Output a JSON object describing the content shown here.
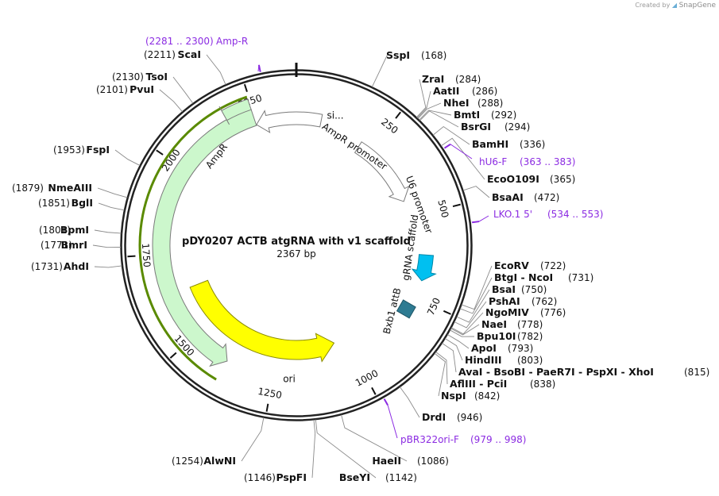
{
  "credit": {
    "prefix": "Created by",
    "brand": "SnapGene"
  },
  "plasmid": {
    "name": "pDY0207 ACTB atgRNA with v1 scaffold",
    "size_label": "2367 bp",
    "length": 2367
  },
  "ticks": [
    {
      "pos": 250,
      "label": "250"
    },
    {
      "pos": 500,
      "label": "500"
    },
    {
      "pos": 750,
      "label": "750"
    },
    {
      "pos": 1000,
      "label": "1000"
    },
    {
      "pos": 1250,
      "label": "1250"
    },
    {
      "pos": 1500,
      "label": "1500"
    },
    {
      "pos": 1750,
      "label": "1750"
    },
    {
      "pos": 2000,
      "label": "2000"
    },
    {
      "pos": 2250,
      "label": "2250"
    }
  ],
  "features": [
    {
      "name": "AmpR",
      "start": 1386,
      "end": 2246,
      "color": "#ccf7cc",
      "stroke": "#7a7a7a",
      "label": "AmpR"
    },
    {
      "name": "AmpR promoter",
      "start": 2247,
      "end": 74,
      "color": "#ffffff",
      "stroke": "#7a7a7a",
      "label": "AmpR promoter"
    },
    {
      "name": "U6 promoter",
      "start": 212,
      "end": 446,
      "color": "#ffffff",
      "stroke": "#7a7a7a",
      "label": "U6 promoter"
    },
    {
      "name": "gRNA scaffold",
      "start": 620,
      "end": 696,
      "color": "#00c0f0",
      "stroke": "#0088aa",
      "label": "gRNA scaffold"
    },
    {
      "name": "Bxb1 attB",
      "start": 770,
      "end": 810,
      "color": "#2e7b92",
      "stroke": "#1d5566",
      "label": "Bxb1 attB"
    },
    {
      "name": "ori",
      "start": 1045,
      "end": 1633,
      "color": "#ffff00",
      "stroke": "#8a8a00",
      "label": "ori"
    },
    {
      "name": "signal",
      "start": 2176,
      "end": 2246,
      "color": "#ccf7cc",
      "stroke": "#7a7a7a",
      "label": "si..."
    }
  ],
  "enzymes": [
    {
      "name": "SspI",
      "pos": 168
    },
    {
      "name": "ZraI",
      "pos": 284
    },
    {
      "name": "AatII",
      "pos": 286
    },
    {
      "name": "NheI",
      "pos": 288
    },
    {
      "name": "BmtI",
      "pos": 292
    },
    {
      "name": "BsrGI",
      "pos": 294
    },
    {
      "name": "BamHI",
      "pos": 336
    },
    {
      "name": "EcoO109I",
      "pos": 365
    },
    {
      "name": "BsaAI",
      "pos": 472
    },
    {
      "name": "EcoRV",
      "pos": 722
    },
    {
      "name": "BtgI - NcoI",
      "pos": 731
    },
    {
      "name": "BsaI",
      "pos": 750
    },
    {
      "name": "PshAI",
      "pos": 762
    },
    {
      "name": "NgoMIV",
      "pos": 776
    },
    {
      "name": "NaeI",
      "pos": 778
    },
    {
      "name": "Bpu10I",
      "pos": 782
    },
    {
      "name": "ApoI",
      "pos": 793
    },
    {
      "name": "HindIII",
      "pos": 803
    },
    {
      "name": "AvaI - BsoBI - PaeR7I - PspXI - XhoI",
      "pos": 815
    },
    {
      "name": "AflIII - PciI",
      "pos": 838
    },
    {
      "name": "NspI",
      "pos": 842
    },
    {
      "name": "DrdI",
      "pos": 946
    },
    {
      "name": "HaeII",
      "pos": 1086
    },
    {
      "name": "BseYI",
      "pos": 1142
    },
    {
      "name": "PspFI",
      "pos": 1146
    },
    {
      "name": "AlwNI",
      "pos": 1254
    },
    {
      "name": "AhdI",
      "pos": 1731
    },
    {
      "name": "BmrI",
      "pos": 1771
    },
    {
      "name": "BpmI",
      "pos": 1801
    },
    {
      "name": "BglI",
      "pos": 1851
    },
    {
      "name": "NmeAIII",
      "pos": 1879
    },
    {
      "name": "FspI",
      "pos": 1953
    },
    {
      "name": "PvuI",
      "pos": 2101
    },
    {
      "name": "TsoI",
      "pos": 2130
    },
    {
      "name": "ScaI",
      "pos": 2211
    }
  ],
  "primers": [
    {
      "name": "Amp-R",
      "range": "(2281 .. 2300)",
      "pos": 2290
    },
    {
      "name": "hU6-F",
      "range": "(363 .. 383)",
      "pos": 373
    },
    {
      "name": "LKO.1 5'",
      "range": "(534 .. 553)",
      "pos": 543
    },
    {
      "name": "pBR322ori-F",
      "range": "(979 .. 998)",
      "pos": 988
    }
  ],
  "colors": {
    "primer": "#8b2be2",
    "backbone": "#222222",
    "amp_highlight": "#5a8a00"
  }
}
